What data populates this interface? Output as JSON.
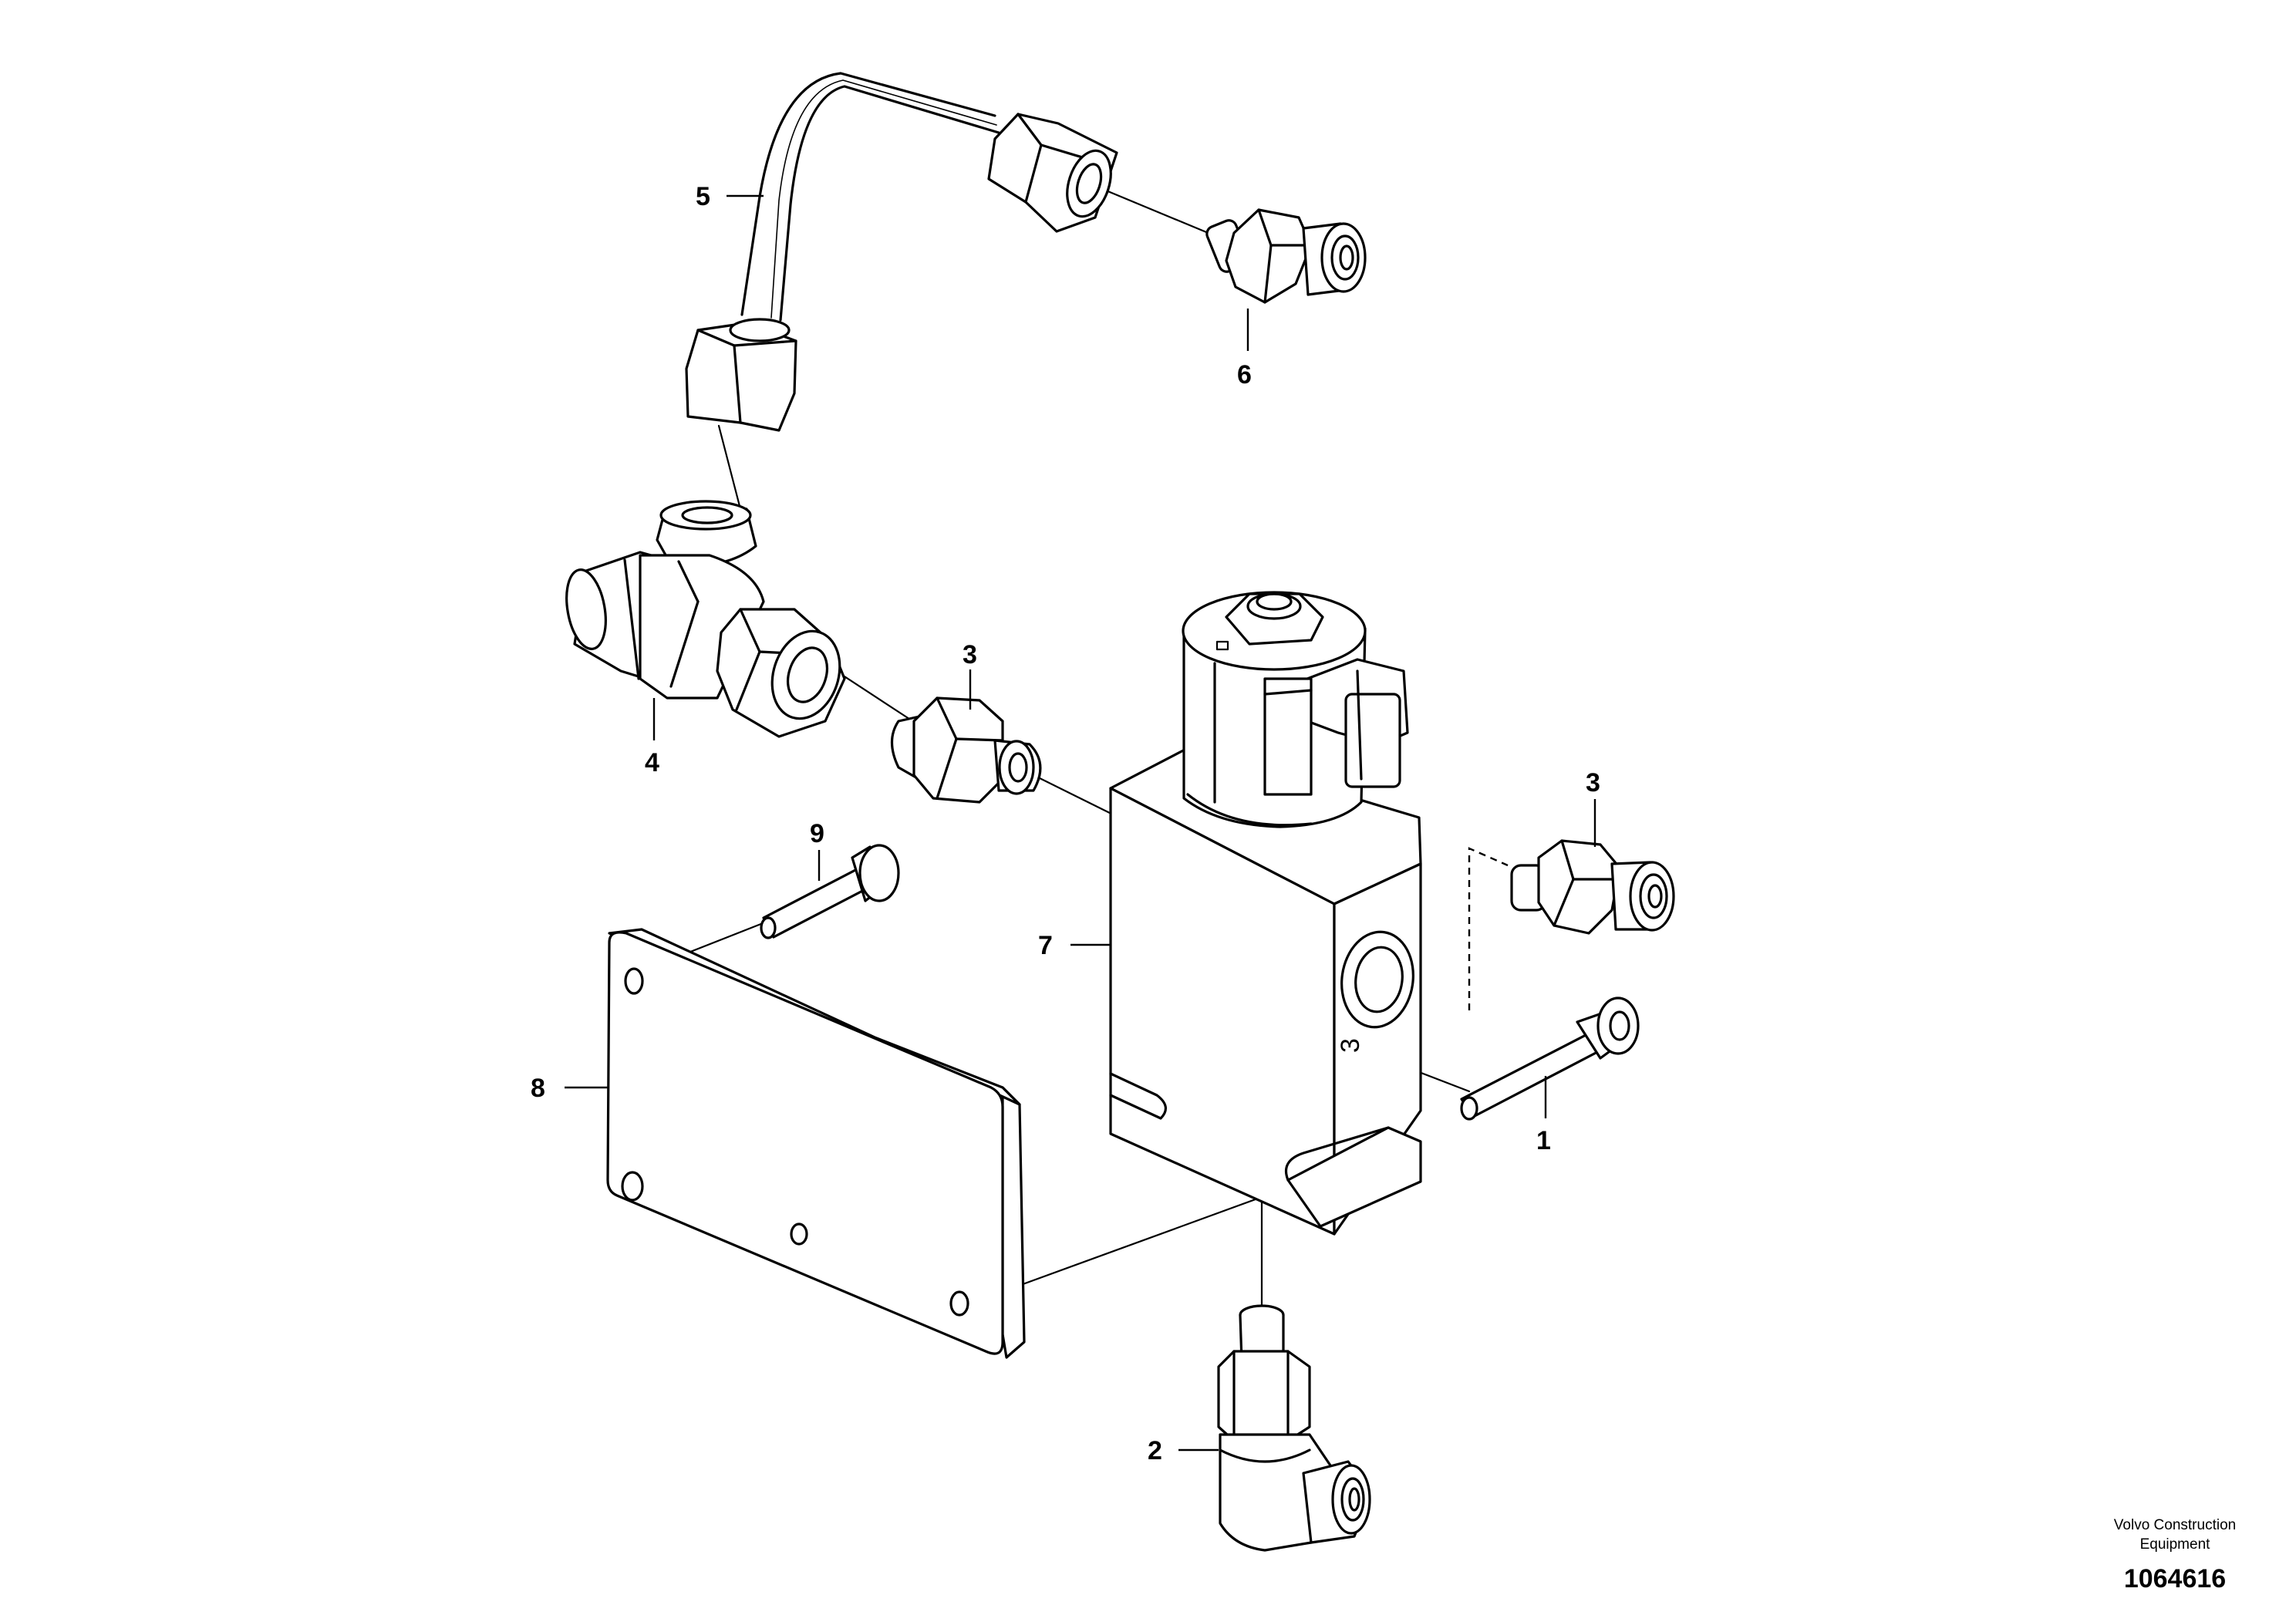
{
  "callouts": {
    "c1": "1",
    "c2": "2",
    "c3a": "3",
    "c3b": "3",
    "c4": "4",
    "c5": "5",
    "c6": "6",
    "c7": "7",
    "c8": "8",
    "c9": "9"
  },
  "footer": {
    "company_line1": "Volvo Construction",
    "company_line2": "Equipment",
    "drawing_number": "1064616"
  },
  "port_mark": "3"
}
